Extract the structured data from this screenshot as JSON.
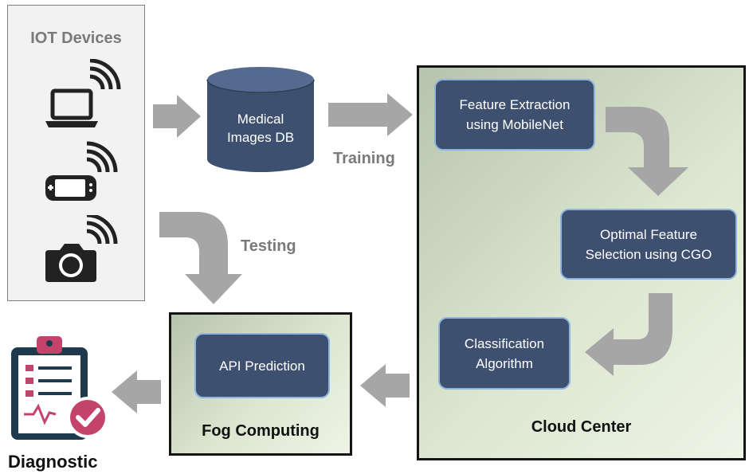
{
  "iot_devices": {
    "title": "IOT Devices",
    "icons": [
      "laptop-wifi-icon",
      "game-console-wifi-icon",
      "camera-wifi-icon"
    ]
  },
  "database": {
    "label_line1": "Medical",
    "label_line2": "Images DB"
  },
  "edges": {
    "training": "Training",
    "testing": "Testing"
  },
  "cloud_center": {
    "label": "Cloud Center",
    "nodes": {
      "feature_extraction": {
        "line1": "Feature Extraction",
        "line2": "using MobileNet"
      },
      "optimal_selection": {
        "line1": "Optimal Feature",
        "line2": "Selection using CGO"
      },
      "classification": {
        "line1": "Classification",
        "line2": "Algorithm"
      }
    }
  },
  "fog_computing": {
    "label": "Fog Computing",
    "node": "API Prediction"
  },
  "diagnostic": {
    "label": "Diagnostic",
    "icon": "clipboard-check-icon"
  },
  "colors": {
    "node_fill": "#3e5070",
    "node_border": "#8fb4de",
    "arrow_gray": "#a6a6a6",
    "panel_green": "#dce6d1",
    "badge_red": "#c4436a"
  }
}
